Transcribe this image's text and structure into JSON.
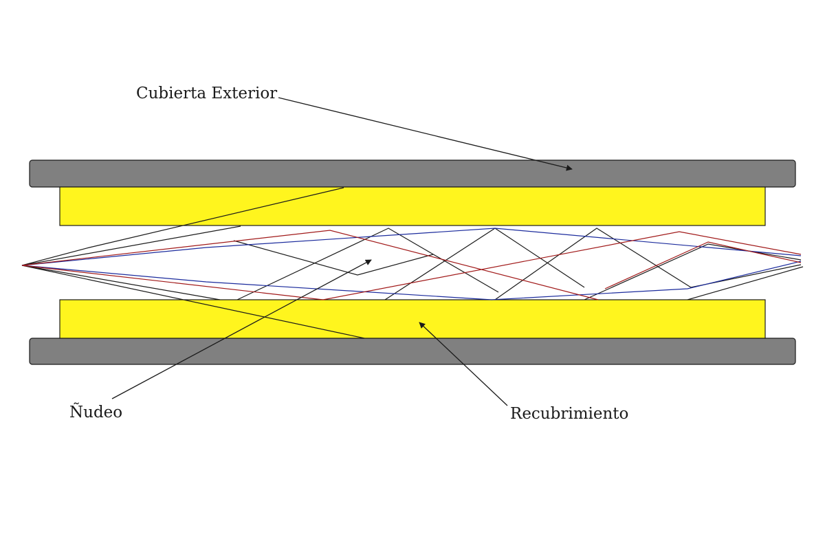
{
  "diagram": {
    "labels": {
      "outer_jacket": "Cubierta Exterior",
      "core": "Ñudeo",
      "cladding": "Recubrimiento"
    },
    "colors": {
      "background": "#ffffff",
      "outer_jacket_fill": "#808080",
      "cladding_fill": "#fff51e",
      "outline": "#1a1a1a",
      "ray_black": "#1a1a1a",
      "ray_blue": "#1a2a9c",
      "ray_red": "#a01818"
    }
  }
}
